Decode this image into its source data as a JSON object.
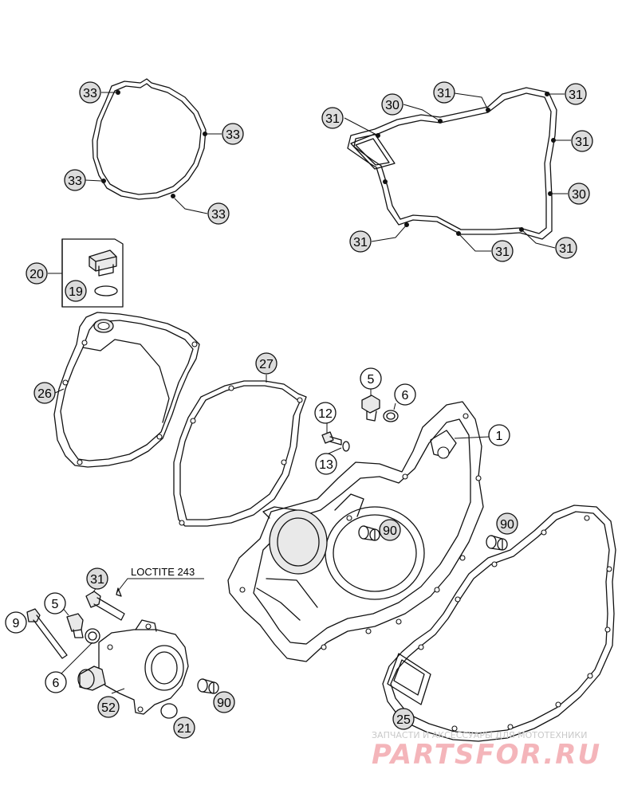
{
  "callouts": {
    "c1": "1",
    "c5a": "5",
    "c5b": "5",
    "c6a": "6",
    "c6b": "6",
    "c9": "9",
    "c12": "12",
    "c13": "13",
    "c19": "19",
    "c20": "20",
    "c21": "21",
    "c25": "25",
    "c26": "26",
    "c27": "27",
    "c30a": "30",
    "c30b": "30",
    "c31a": "31",
    "c31b": "31",
    "c31c": "31",
    "c31d": "31",
    "c31e": "31",
    "c31f": "31",
    "c31g": "31",
    "c31h": "31",
    "c33a": "33",
    "c33b": "33",
    "c33c": "33",
    "c33d": "33",
    "c52": "52",
    "c90a": "90",
    "c90b": "90",
    "c90c": "90"
  },
  "note": "LOCTITE 243",
  "watermark": {
    "tagline": "ЗАПЧАСТИ И АКСЕССУАРЫ ДЛЯ МОТОТЕХНИКИ",
    "brand": "PARTSFOR.RU"
  }
}
